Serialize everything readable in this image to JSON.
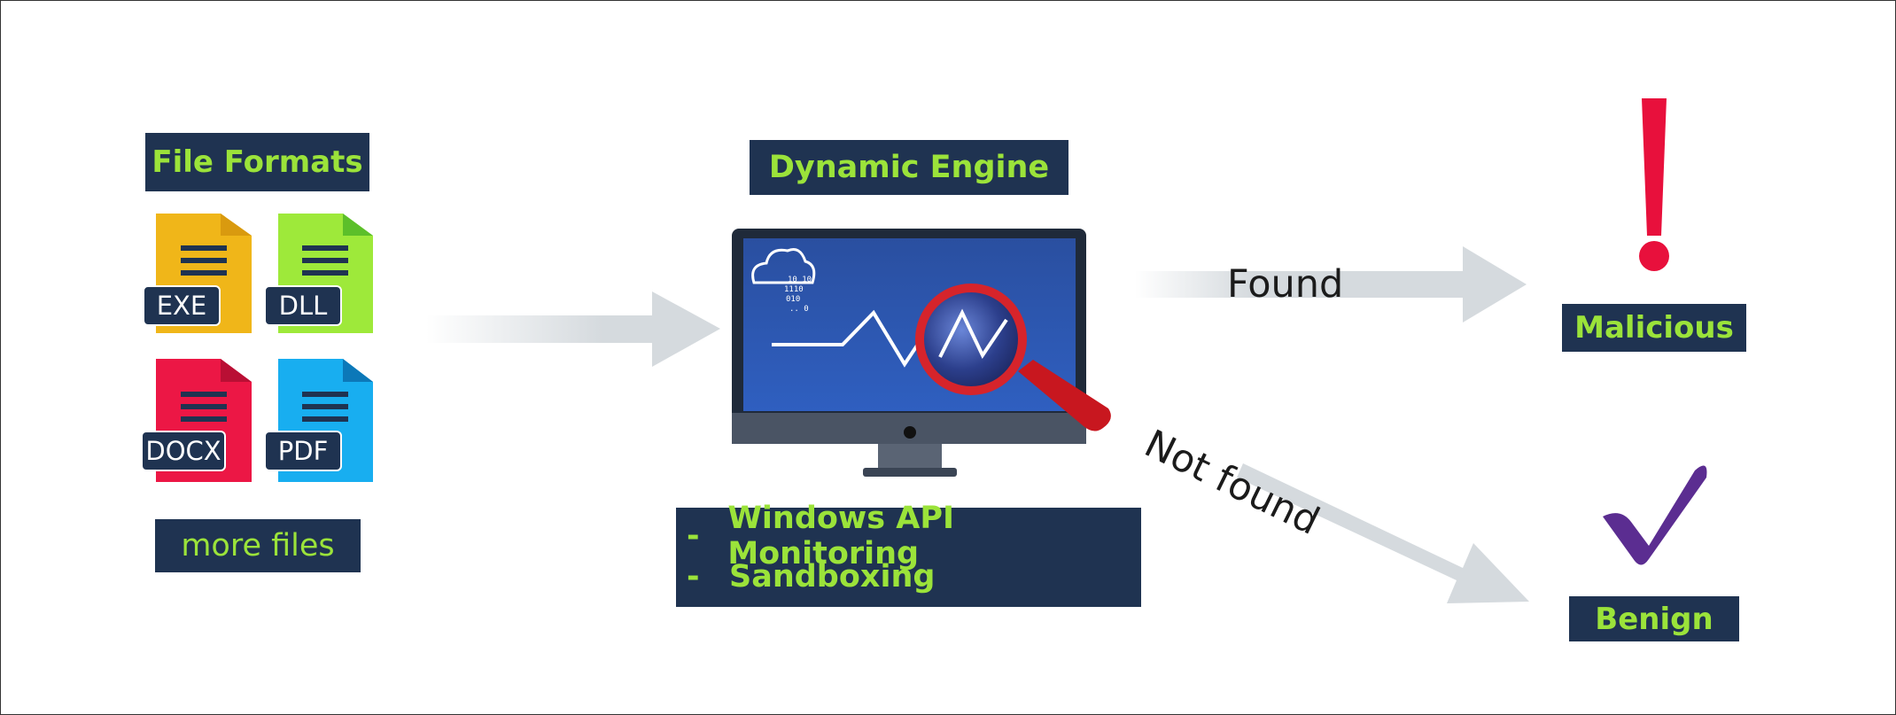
{
  "left": {
    "title": "File Formats",
    "files": [
      {
        "tag": "EXE",
        "color": "#f0b619",
        "fold": "#d99a0f"
      },
      {
        "tag": "DLL",
        "color": "#9ee93a",
        "fold": "#5cbf2a"
      },
      {
        "tag": "DOCX",
        "color": "#ec1745",
        "fold": "#b90f34"
      },
      {
        "tag": "PDF",
        "color": "#18aef0",
        "fold": "#0c78b8"
      }
    ],
    "more": "more files"
  },
  "center": {
    "title": "Dynamic Engine",
    "features": [
      "Windows API Monitoring",
      "Sandboxing"
    ],
    "bullet": "-"
  },
  "arrows": {
    "found": "Found",
    "not_found": "Not found"
  },
  "results": {
    "malicious": "Malicious",
    "benign": "Benign",
    "malicious_color": "#e8103c",
    "benign_color": "#5b2d91"
  },
  "colors": {
    "label_bg": "#1f3351",
    "label_text": "#9be33a",
    "arrow": "#d5dade"
  }
}
